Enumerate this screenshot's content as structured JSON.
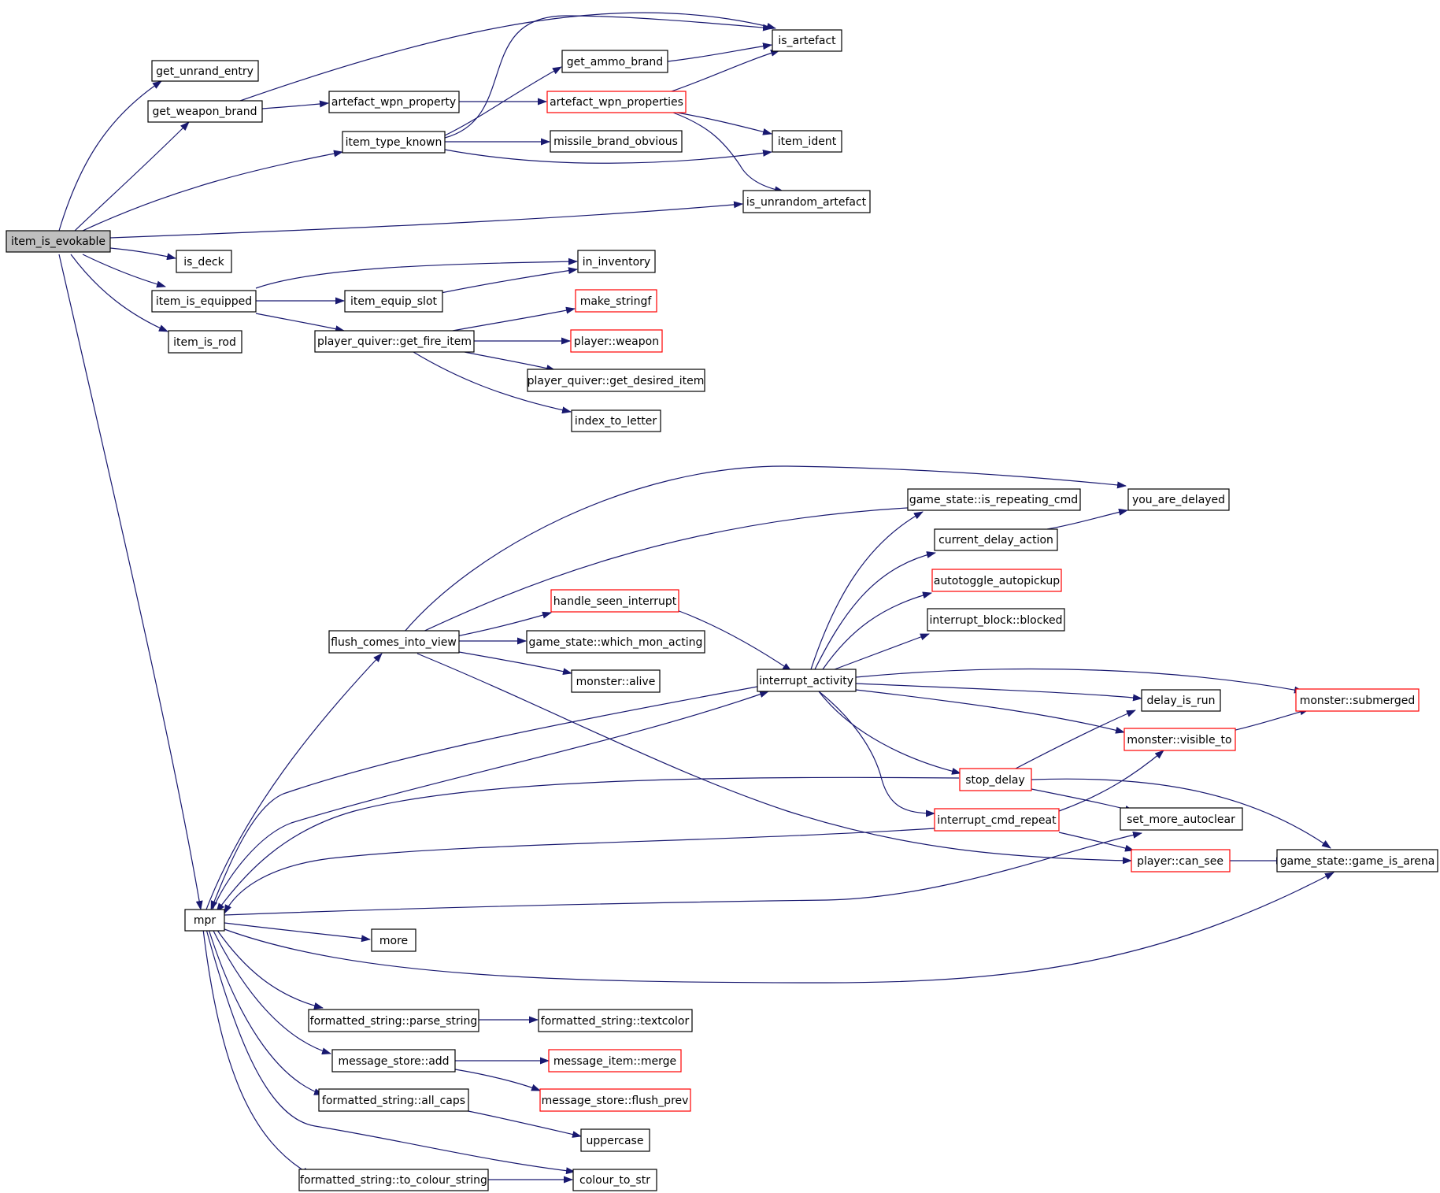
{
  "diagram": {
    "type": "call-graph",
    "edge_color": "#191970",
    "node_border_default": "#000000",
    "node_border_partial": "#ff0000",
    "root_fill": "#bfbfbf",
    "nodes": [
      {
        "id": "n_evokable",
        "label": "item_is_evokable",
        "root": true
      },
      {
        "id": "n_unrand",
        "label": "get_unrand_entry"
      },
      {
        "id": "n_wbrand",
        "label": "get_weapon_brand"
      },
      {
        "id": "n_awprop",
        "label": "artefact_wpn_property"
      },
      {
        "id": "n_awprops",
        "label": "artefact_wpn_properties",
        "red": true
      },
      {
        "id": "n_isart",
        "label": "is_artefact"
      },
      {
        "id": "n_ammo",
        "label": "get_ammo_brand"
      },
      {
        "id": "n_itk",
        "label": "item_type_known"
      },
      {
        "id": "n_mbo",
        "label": "missile_brand_obvious"
      },
      {
        "id": "n_ident",
        "label": "item_ident"
      },
      {
        "id": "n_unrart",
        "label": "is_unrandom_artefact"
      },
      {
        "id": "n_deck",
        "label": "is_deck"
      },
      {
        "id": "n_equipped",
        "label": "item_is_equipped"
      },
      {
        "id": "n_inv",
        "label": "in_inventory"
      },
      {
        "id": "n_slot",
        "label": "item_equip_slot"
      },
      {
        "id": "n_rod",
        "label": "item_is_rod"
      },
      {
        "id": "n_gfi",
        "label": "player_quiver::get_fire_item"
      },
      {
        "id": "n_mksf",
        "label": "make_stringf",
        "red": true
      },
      {
        "id": "n_pweapon",
        "label": "player::weapon",
        "red": true
      },
      {
        "id": "n_gdi",
        "label": "player_quiver::get_desired_item"
      },
      {
        "id": "n_itl",
        "label": "index_to_letter"
      },
      {
        "id": "n_fciv",
        "label": "flush_comes_into_view"
      },
      {
        "id": "n_gsrep",
        "label": "game_state::is_repeating_cmd"
      },
      {
        "id": "n_delayed",
        "label": "you_are_delayed"
      },
      {
        "id": "n_cda",
        "label": "current_delay_action"
      },
      {
        "id": "n_autop",
        "label": "autotoggle_autopickup",
        "red": true
      },
      {
        "id": "n_hsi",
        "label": "handle_seen_interrupt",
        "red": true
      },
      {
        "id": "n_ibb",
        "label": "interrupt_block::blocked"
      },
      {
        "id": "n_wma",
        "label": "game_state::which_mon_acting"
      },
      {
        "id": "n_alive",
        "label": "monster::alive"
      },
      {
        "id": "n_ia",
        "label": "interrupt_activity"
      },
      {
        "id": "n_dir",
        "label": "delay_is_run"
      },
      {
        "id": "n_subm",
        "label": "monster::submerged",
        "red": true
      },
      {
        "id": "n_vis",
        "label": "monster::visible_to",
        "red": true
      },
      {
        "id": "n_stop",
        "label": "stop_delay",
        "red": true
      },
      {
        "id": "n_icr",
        "label": "interrupt_cmd_repeat",
        "red": true
      },
      {
        "id": "n_sma",
        "label": "set_more_autoclear"
      },
      {
        "id": "n_pcs",
        "label": "player::can_see",
        "red": true
      },
      {
        "id": "n_arena",
        "label": "game_state::game_is_arena"
      },
      {
        "id": "n_mpr",
        "label": "mpr"
      },
      {
        "id": "n_more",
        "label": "more"
      },
      {
        "id": "n_fsps",
        "label": "formatted_string::parse_string"
      },
      {
        "id": "n_fstc",
        "label": "formatted_string::textcolor"
      },
      {
        "id": "n_msa",
        "label": "message_store::add"
      },
      {
        "id": "n_mim",
        "label": "message_item::merge",
        "red": true
      },
      {
        "id": "n_msfp",
        "label": "message_store::flush_prev",
        "red": true
      },
      {
        "id": "n_fsac",
        "label": "formatted_string::all_caps"
      },
      {
        "id": "n_upper",
        "label": "uppercase"
      },
      {
        "id": "n_fstcs",
        "label": "formatted_string::to_colour_string"
      },
      {
        "id": "n_cts",
        "label": "colour_to_str"
      }
    ]
  }
}
